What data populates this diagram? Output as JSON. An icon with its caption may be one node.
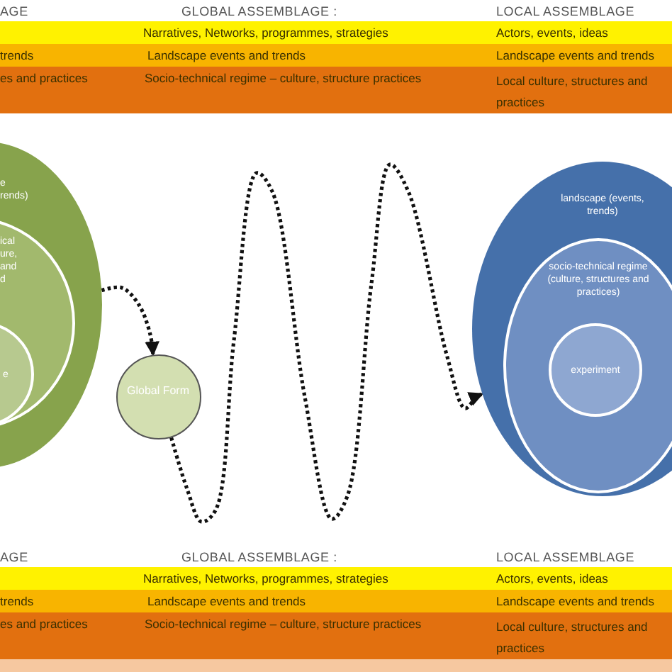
{
  "diagram": {
    "nodes": [
      {
        "text": [
          "e rends)"
        ]
      },
      {
        "text": [
          "ical ure, and d"
        ],
        "in": 0
      },
      {
        "text": [
          "e"
        ],
        "in": 1
      },
      {
        "text": [
          "Global Form"
        ]
      },
      {
        "text": [
          "landscape (events, trends)"
        ]
      },
      {
        "text": [
          "socio-technical regime (culture, structures and practices)"
        ],
        "in": 4
      },
      {
        "text": [
          "experiment"
        ],
        "in": 5
      }
    ],
    "edges": [
      {
        "from": 0,
        "to": 3,
        "arrow": "to",
        "style": "dashed"
      },
      {
        "from": 3,
        "to": 4,
        "arrow": "to",
        "style": "dashed"
      }
    ],
    "labels": [
      "AGE",
      "GLOBAL ASSEMBLAGE :",
      "LOCAL ASSEMBLAGE",
      "Narratives, Networks, programmes, strategies",
      "Actors, events, ideas",
      "trends",
      "Landscape events and trends",
      "Landscape events and trends",
      "es and practices",
      "Socio-technical regime – culture, structure practices",
      "Local culture, structures and practices",
      "AGE",
      "GLOBAL ASSEMBLAGE :",
      "LOCAL ASSEMBLAGE",
      "Narratives, Networks, programmes, strategies",
      "Actors, events, ideas",
      "trends",
      "Landscape events and trends",
      "Landscape events and trends",
      "es and practices",
      "Socio-technical regime – culture, structure practices",
      "Local culture, structures and practices"
    ]
  }
}
